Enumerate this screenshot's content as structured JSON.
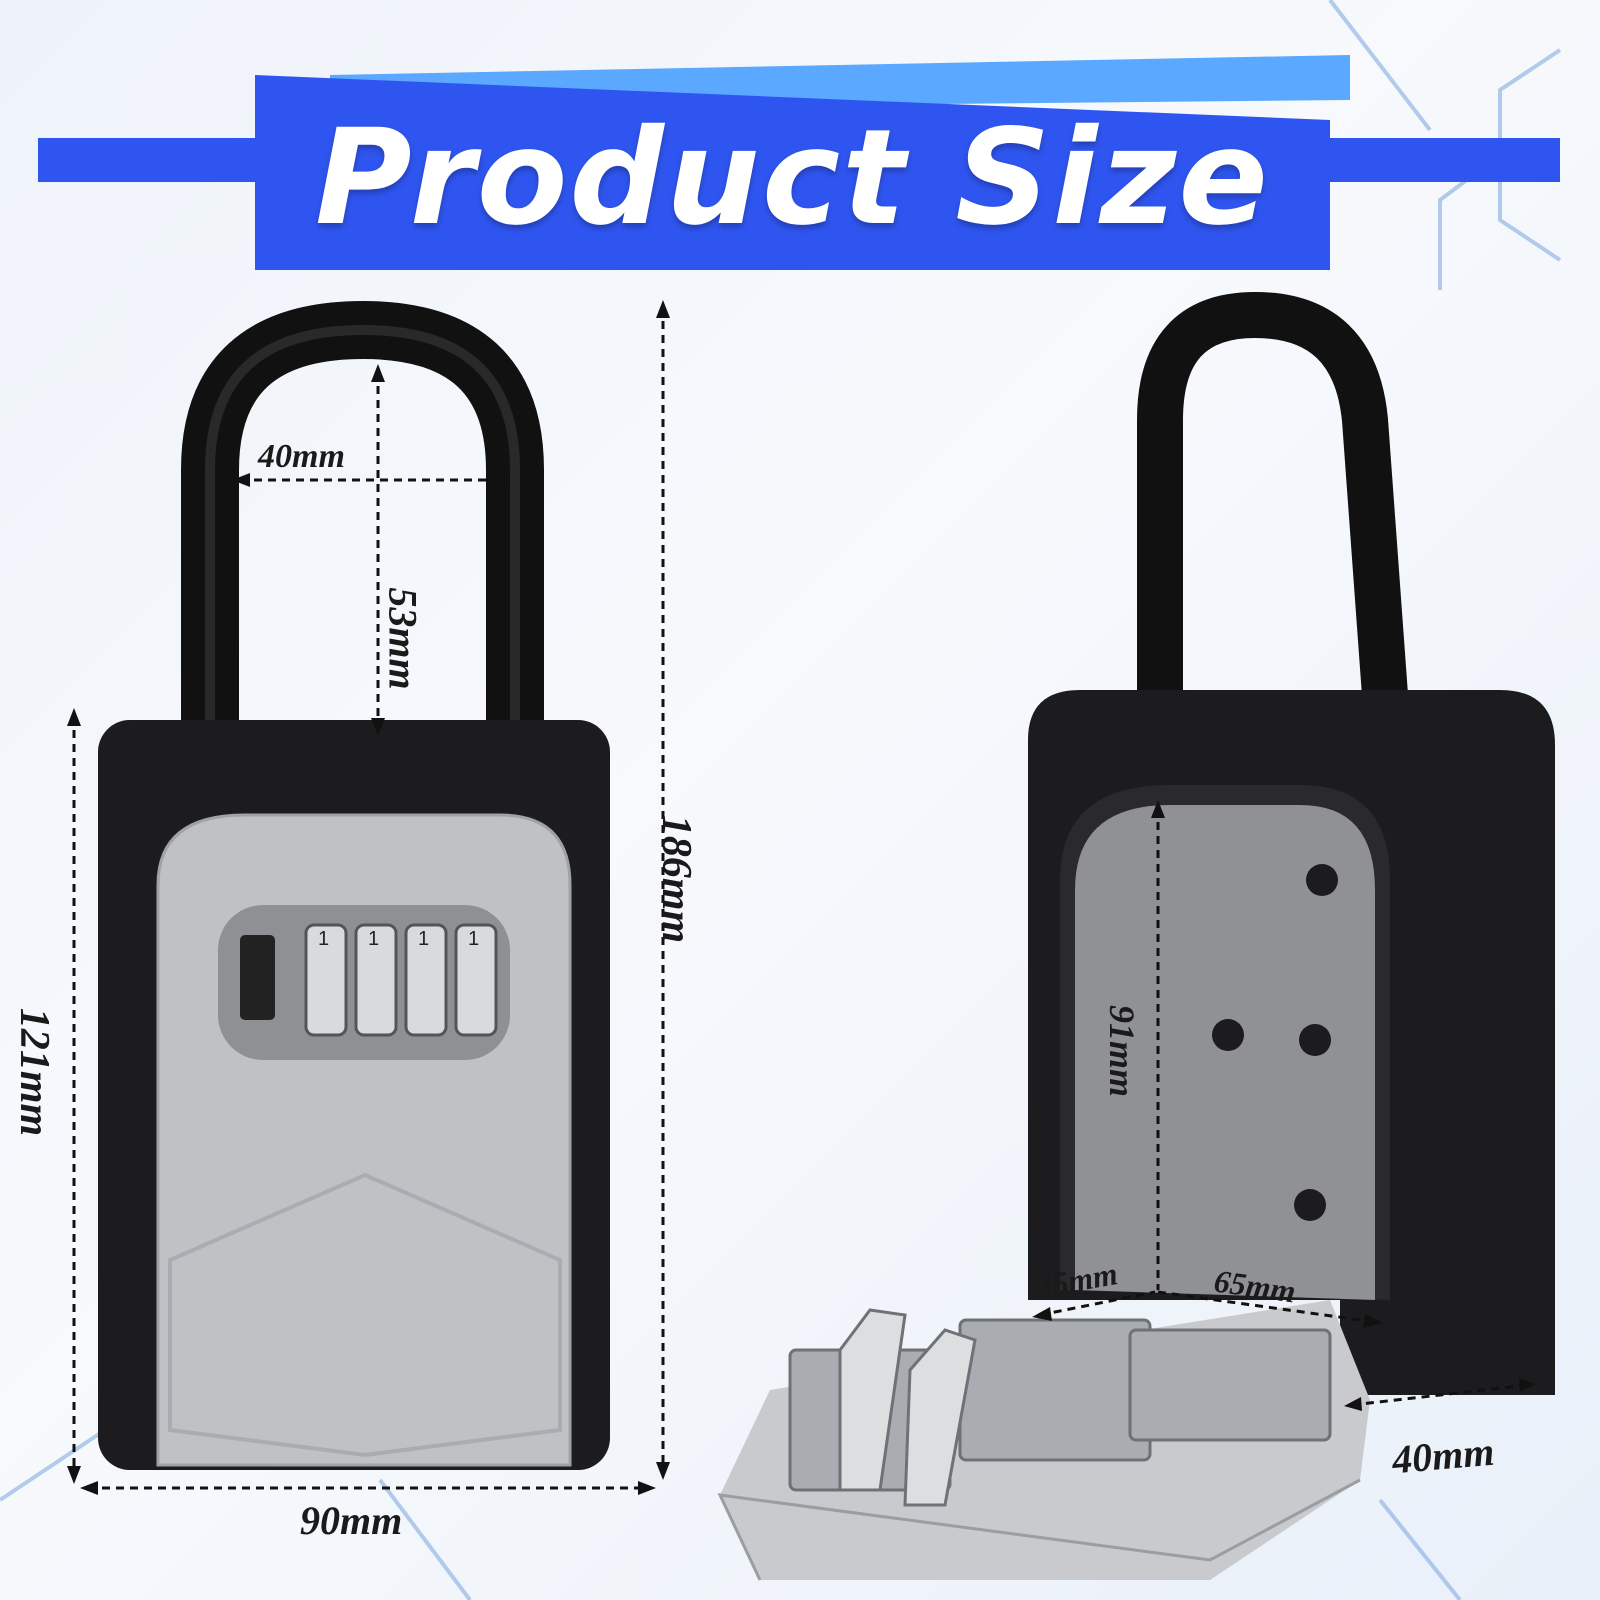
{
  "title": "Product Size",
  "dimensions": {
    "shackle_width": "40mm",
    "shackle_height": "53mm",
    "total_height": "186mm",
    "body_height": "121mm",
    "body_width": "90mm",
    "interior_height": "91mm",
    "interior_depth": "35mm",
    "interior_width": "65mm",
    "body_depth": "40mm"
  },
  "combination_digits": [
    "1",
    "1",
    "1",
    "1"
  ],
  "colors": {
    "banner_blue": "#2f55f0",
    "banner_light_blue": "#5aa8ff",
    "lock_body": "#1c1c1e",
    "face_plate": "#bfc1c4"
  }
}
